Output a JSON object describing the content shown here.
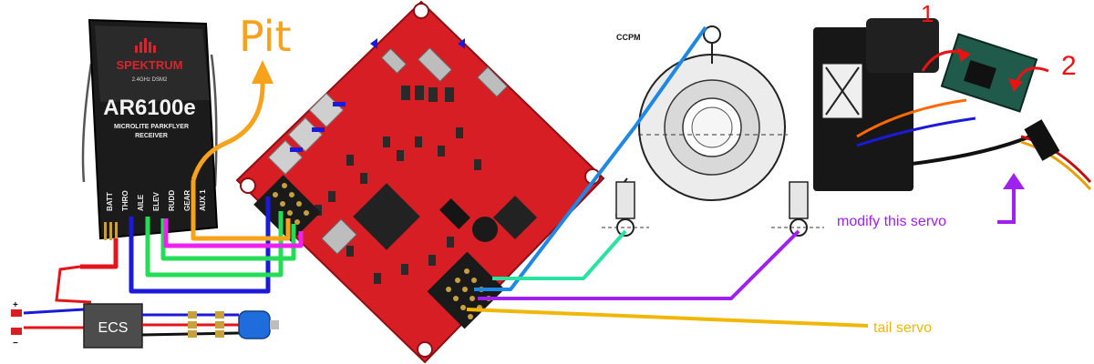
{
  "receiver": {
    "brand": "SPEKTRUM",
    "band": "2.4GHz DSM2",
    "model": "AR6100e",
    "subtitle_1": "MICROLITE PARKFLYER",
    "subtitle_2": "RECEIVER",
    "channels": [
      "BATT",
      "THRO",
      "AILE",
      "ELEV",
      "RUDD",
      "GEAR",
      "AUX 1"
    ]
  },
  "annotations": {
    "pit": "Pit",
    "ccpm": "CCPM",
    "modify": "modify this servo",
    "tail": "tail servo",
    "ecs": "ECS",
    "step_1": "1",
    "step_2": "2",
    "plus": "+",
    "minus": "−"
  },
  "colors": {
    "red_wire": "#e4141b",
    "blue_wire": "#1a1ad8",
    "green_wire": "#22dd55",
    "magenta_wire": "#ee22ee",
    "orange_wire": "#f7a21b",
    "sky_wire": "#1e88e5",
    "teal_wire": "#2ae3a0",
    "purple_wire": "#a020f0",
    "gold_wire": "#f2b705",
    "board": "#d81e25",
    "annotation_red": "#ee1111"
  },
  "icons": [
    "receiver-module",
    "controller-board",
    "ccpm-swashplate",
    "servo-photo",
    "motor-icon",
    "esc-box"
  ]
}
